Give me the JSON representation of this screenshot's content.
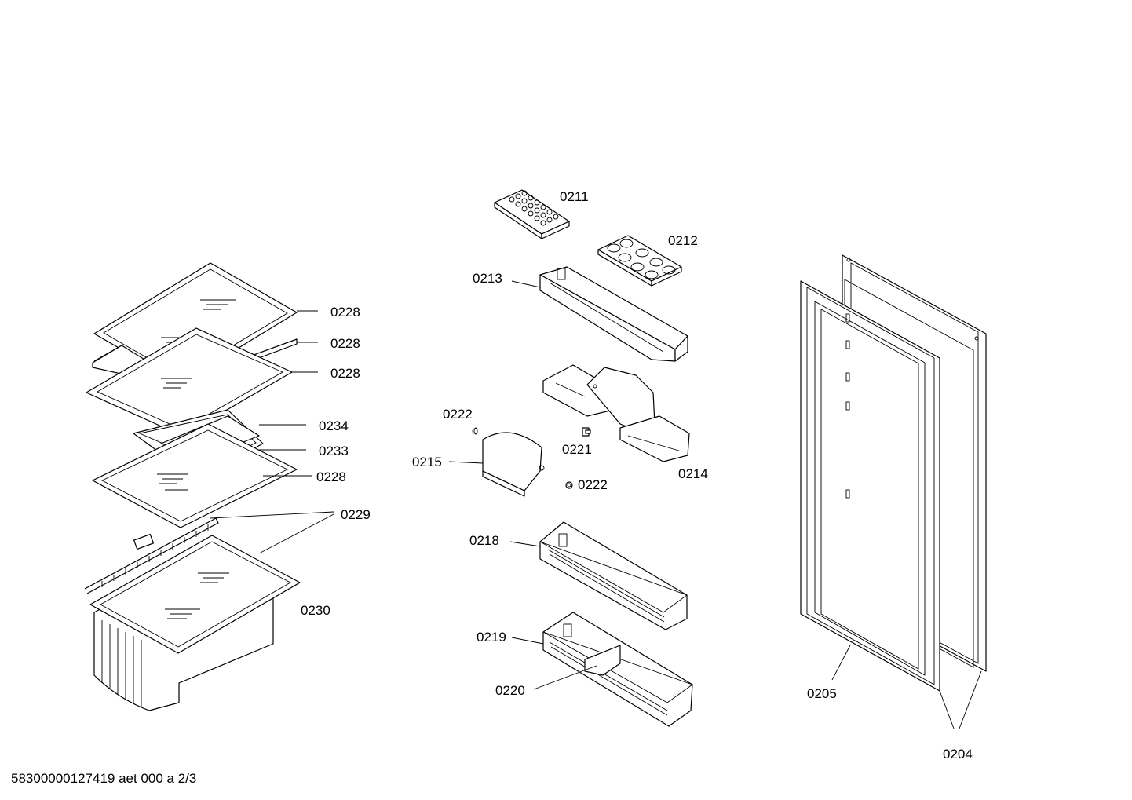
{
  "diagram": {
    "labels": {
      "l0211": "0211",
      "l0212": "0212",
      "l0213": "0213",
      "l0228a": "0228",
      "l0228b": "0228",
      "l0228c": "0228",
      "l0222a": "0222",
      "l0234": "0234",
      "l0233": "0233",
      "l0221": "0221",
      "l0215": "0215",
      "l0214": "0214",
      "l0228d": "0228",
      "l0222b": "0222",
      "l0229": "0229",
      "l0218": "0218",
      "l0230": "0230",
      "l0219": "0219",
      "l0220": "0220",
      "l0205": "0205",
      "l0204": "0204"
    },
    "footer": "58300000127419 aet 000 a 2/3"
  }
}
